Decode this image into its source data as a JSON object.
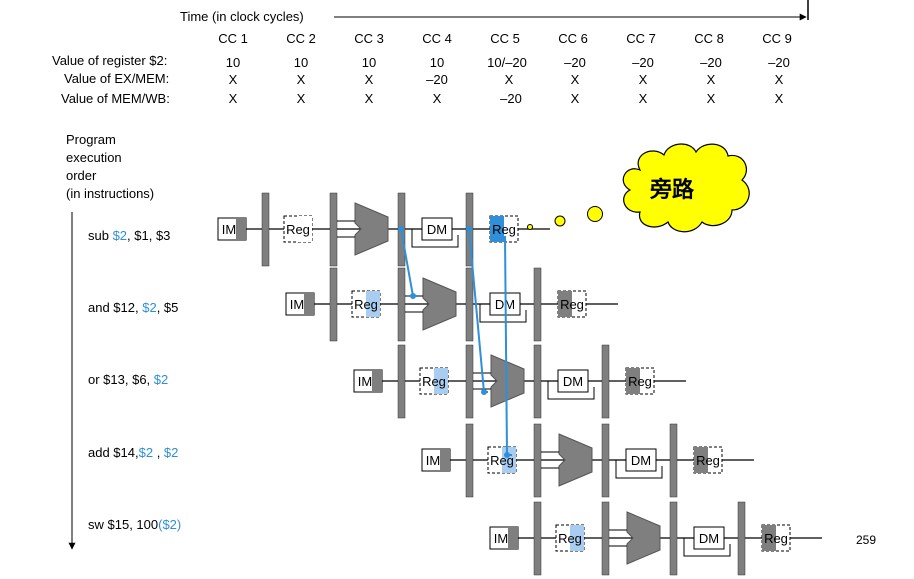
{
  "time_label": "Time (in clock cycles)",
  "cycles": [
    "CC 1",
    "CC 2",
    "CC 3",
    "CC 4",
    "CC 5",
    "CC 6",
    "CC 7",
    "CC 8",
    "CC 9"
  ],
  "value_rows": [
    {
      "label": "Value of register $2:",
      "values": [
        "10",
        "10",
        "10",
        "10",
        "10/–20",
        "–20",
        "–20",
        "–20",
        "–20"
      ]
    },
    {
      "label": "Value of EX/MEM:",
      "values": [
        "X",
        "X",
        "X",
        "–20",
        "X",
        "X",
        "X",
        "X",
        "X"
      ]
    },
    {
      "label": "Value of MEM/WB:",
      "values": [
        "X",
        "X",
        "X",
        "X",
        "–20",
        "X",
        "X",
        "X",
        "X"
      ]
    }
  ],
  "order_label": [
    "Program",
    "execution",
    "order",
    "(in instructions)"
  ],
  "instructions": [
    {
      "pre": "sub ",
      "mid": "$2",
      "post": ", $1, $3",
      "mid2": "",
      "post2": ""
    },
    {
      "pre": "and $12,  ",
      "mid": "$2",
      "post": ", $5",
      "mid2": "",
      "post2": ""
    },
    {
      "pre": "or $13, $6, ",
      "mid": "$2",
      "post": "",
      "mid2": "",
      "post2": ""
    },
    {
      "pre": "add $14,",
      "mid": "$2",
      "post": " , ",
      "mid2": "$2",
      "post2": ""
    },
    {
      "pre": "sw $15, 100",
      "mid": "($2)",
      "post": "",
      "mid2": "",
      "post2": ""
    }
  ],
  "stage_labels": {
    "im": "IM",
    "reg": "Reg",
    "dm": "DM"
  },
  "callout": "旁路",
  "page_number": "259",
  "colors": {
    "blue": "#2f8fd8",
    "gray": "#7f7f7f",
    "cloud": "#ffff00"
  }
}
